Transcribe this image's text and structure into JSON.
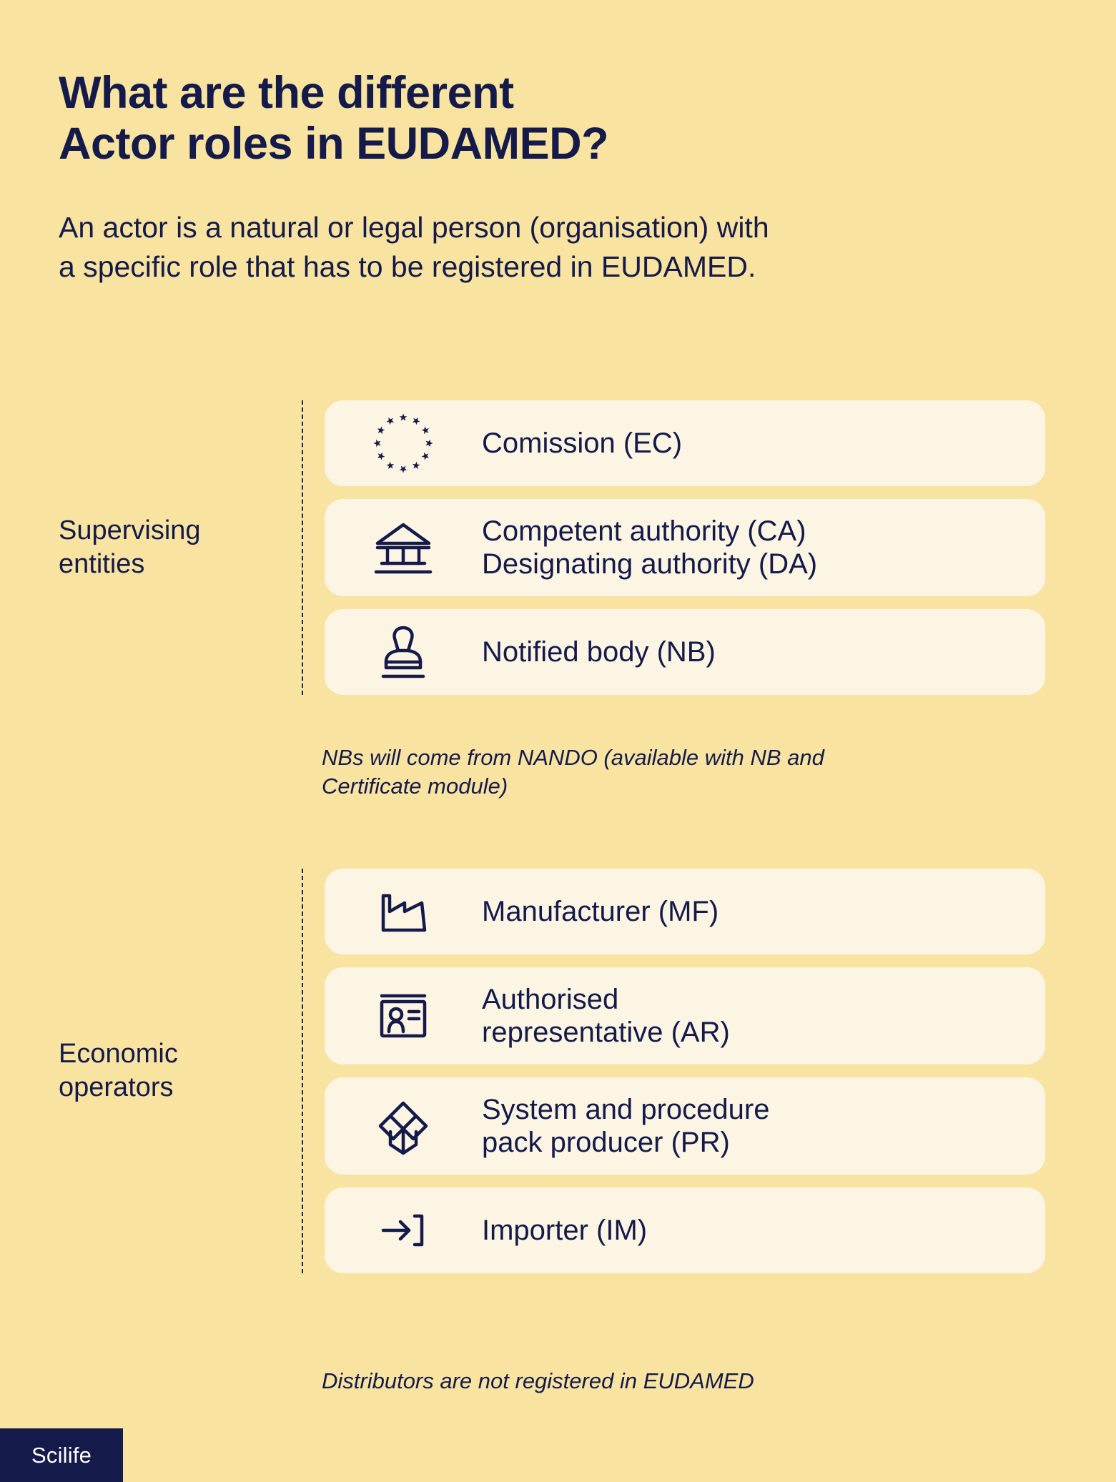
{
  "header": {
    "title": "What are the different\nActor roles in EUDAMED?",
    "subtitle": "An actor is a natural or legal person (organisation) with\na specific role that has to be registered in EUDAMED."
  },
  "colors": {
    "background": "#f8e3a1",
    "card_background": "#fdf5e4",
    "ink": "#141a4a",
    "logo_background": "#141a4a",
    "logo_text": "#ffffff"
  },
  "groups": [
    {
      "id": "supervising",
      "label": "Supervising\nentities",
      "cards": [
        {
          "icon": "eu-stars-icon",
          "label": "Comission (EC)",
          "lines": 1
        },
        {
          "icon": "bank-building-icon",
          "label": "Competent authority (CA)\nDesignating authority (DA)",
          "lines": 2
        },
        {
          "icon": "rubber-stamp-icon",
          "label": "Notified body (NB)",
          "lines": 1
        }
      ],
      "note": "NBs will come from NANDO (available with NB and\nCertificate module)"
    },
    {
      "id": "economic",
      "label": "Economic\noperators",
      "cards": [
        {
          "icon": "factory-icon",
          "label": "Manufacturer (MF)",
          "lines": 1
        },
        {
          "icon": "id-card-icon",
          "label": "Authorised\nrepresentative (AR)",
          "lines": 2
        },
        {
          "icon": "open-box-icon",
          "label": "System and procedure\npack producer (PR)",
          "lines": 2
        },
        {
          "icon": "import-arrow-icon",
          "label": "Importer (IM)",
          "lines": 1
        }
      ],
      "note": "Distributors are not registered in EUDAMED"
    }
  ],
  "footer": {
    "logo_label": "Scilife"
  }
}
